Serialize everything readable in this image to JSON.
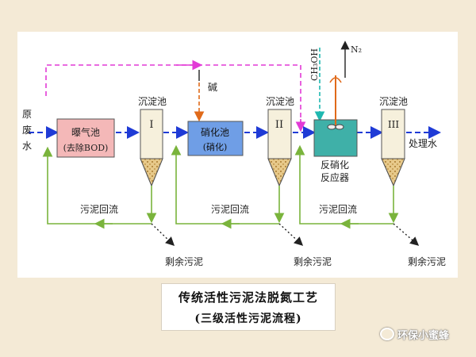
{
  "diagram": {
    "labels": {
      "raw_water_1": "原",
      "raw_water_2": "废",
      "raw_water_3": "水",
      "aeration_tank_1": "曝气池",
      "aeration_tank_2": "(去除BOD)",
      "clarifier_1": "沉淀池",
      "clarifier_2": "沉淀池",
      "clarifier_3": "沉淀池",
      "roman_1": "I",
      "roman_2": "II",
      "roman_3": "III",
      "alkali": "碱",
      "nitrification_tank_1": "硝化池",
      "nitrification_tank_2": "(硝化)",
      "methanol": "CH₃OH",
      "nitrogen": "N₂",
      "denitrification_1": "反硝化",
      "denitrification_2": "反应器",
      "treated_water": "处理水",
      "sludge_return_1": "污泥回流",
      "sludge_return_2": "污泥回流",
      "sludge_return_3": "污泥回流",
      "excess_sludge_1": "剩余污泥",
      "excess_sludge_2": "剩余污泥",
      "excess_sludge_3": "剩余污泥"
    },
    "colors": {
      "flow_main": "#1f3bd6",
      "bypass": "#e23ad6",
      "return_line": "#7ab43c",
      "aeration_fill": "#f4b8b8",
      "nitrification_fill": "#6f9ee6",
      "reactor_fill": "#3fb0a8",
      "clarifier_fill": "#f6f0dc",
      "sludge_fill": "#d9b36a",
      "alkali_line": "#e06a1a",
      "methanol_line": "#1fb8b0"
    }
  },
  "caption": {
    "line1": "传统活性污泥法脱氮工艺",
    "line2": "(三级活性污泥流程)"
  },
  "watermark": {
    "text": "环保小蜜蜂",
    "icon": "wechat-icon"
  }
}
